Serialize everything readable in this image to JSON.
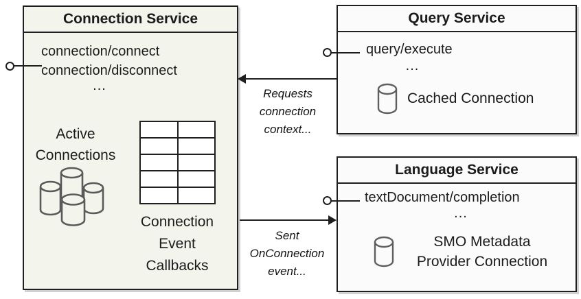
{
  "colors": {
    "connection_box_fill": "#f3f5ec",
    "service_box_fill": "#fbfbfb",
    "border": "#1f1f1f",
    "icon_stroke": "#5a5a5a"
  },
  "connection_service": {
    "title": "Connection Service",
    "methods": [
      "connection/connect",
      "connection/disconnect"
    ],
    "methods_ellipsis": "...",
    "active_connections": {
      "lines": [
        "Active",
        "Connections"
      ],
      "icon": "database-cluster-icon"
    },
    "callbacks": {
      "lines": [
        "Connection",
        "Event",
        "Callbacks"
      ],
      "icon": "table-grid-icon"
    }
  },
  "query_service": {
    "title": "Query Service",
    "method": "query/execute",
    "methods_ellipsis": "...",
    "cached_connection": {
      "label": "Cached Connection",
      "icon": "database-icon"
    }
  },
  "language_service": {
    "title": "Language Service",
    "method": "textDocument/completion",
    "methods_ellipsis": "...",
    "smo_connection": {
      "lines": [
        "SMO Metadata",
        "Provider Connection"
      ],
      "icon": "database-icon"
    }
  },
  "arrows": {
    "requests_context": {
      "lines": [
        "Requests",
        "connection",
        "context..."
      ],
      "direction": "right-to-left"
    },
    "sent_event": {
      "lines": [
        "Sent",
        "OnConnection",
        "event..."
      ],
      "direction": "left-to-right"
    }
  },
  "interfaces": {
    "connection_lollipop": "provided-interface",
    "query_lollipop": "provided-interface",
    "language_lollipop": "provided-interface"
  }
}
